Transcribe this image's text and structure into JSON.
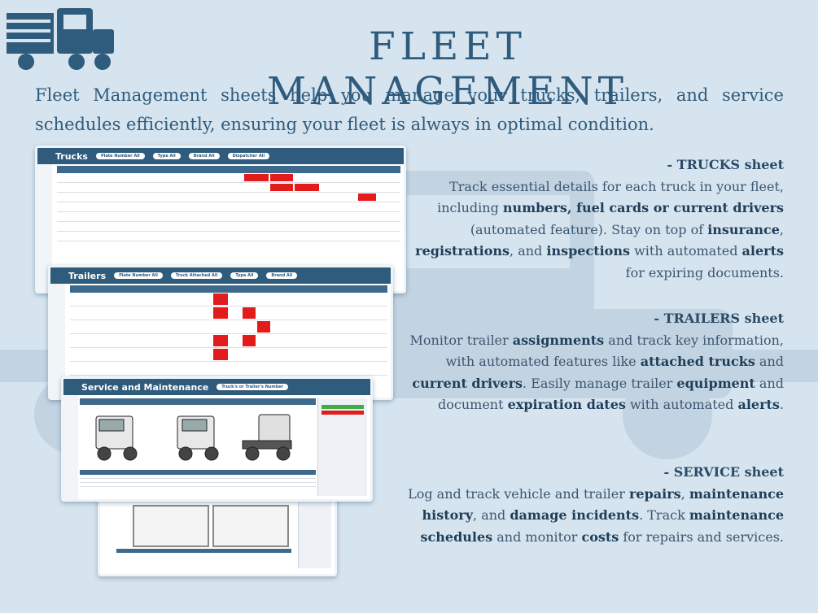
{
  "header": {
    "title": "FLEET MANAGEMENT",
    "intro": "Fleet Management sheets help you manage your trucks, trailers, and service schedules efficiently, ensuring your fleet is always in optimal condition."
  },
  "screenshots": {
    "trucks": {
      "title": "Trucks",
      "filters": [
        "Plate Number  All",
        "Type  All",
        "Brand  All",
        "Dispatcher  All"
      ]
    },
    "trailers": {
      "title": "Trailers",
      "filters": [
        "Plate Number  All",
        "Truck Attached  All",
        "Type  All",
        "Brand  All"
      ]
    },
    "service": {
      "title": "Service and Maintenance",
      "filters": [
        "Truck's or Trailer's Number"
      ]
    }
  },
  "sections": {
    "trucks": {
      "heading": "- TRUCKS sheet",
      "t1": "Track essential details for each truck in your fleet, including ",
      "b1": "numbers, fuel cards or current drivers",
      "t2": " (automated feature). Stay on top of ",
      "b2": "insurance",
      "t3": ", ",
      "b3": "registrations",
      "t4": ", and ",
      "b4": "inspections",
      "t5": " with automated ",
      "b5": "alerts",
      "t6": " for expiring documents."
    },
    "trailers": {
      "heading": "- TRAILERS sheet",
      "t1": "Monitor trailer ",
      "b1": "assignments",
      "t2": " and track key information, with automated features like ",
      "b2": "attached trucks",
      "t3": " and ",
      "b3": "current drivers",
      "t4": ". Easily manage trailer ",
      "b4": "equipment",
      "t5": " and document ",
      "b5": "expiration dates",
      "t6": " with automated ",
      "b6": "alerts",
      "t7": "."
    },
    "service": {
      "heading": "- SERVICE sheet",
      "t1": "Log and track vehicle and trailer ",
      "b1": "repairs",
      "t2": ", ",
      "b2": "maintenance history",
      "t3": ", and ",
      "b3": "damage incidents",
      "t4": ". Track ",
      "b4": "maintenance schedules",
      "t5": " and monitor ",
      "b5": "costs",
      "t6": " for repairs and services."
    }
  },
  "colors": {
    "background": "#d6e4ef",
    "primary": "#2f5b7c",
    "alert_red": "#e31b1b"
  },
  "icons": [
    "truck-logo-icon",
    "truck-silhouette-icon"
  ]
}
